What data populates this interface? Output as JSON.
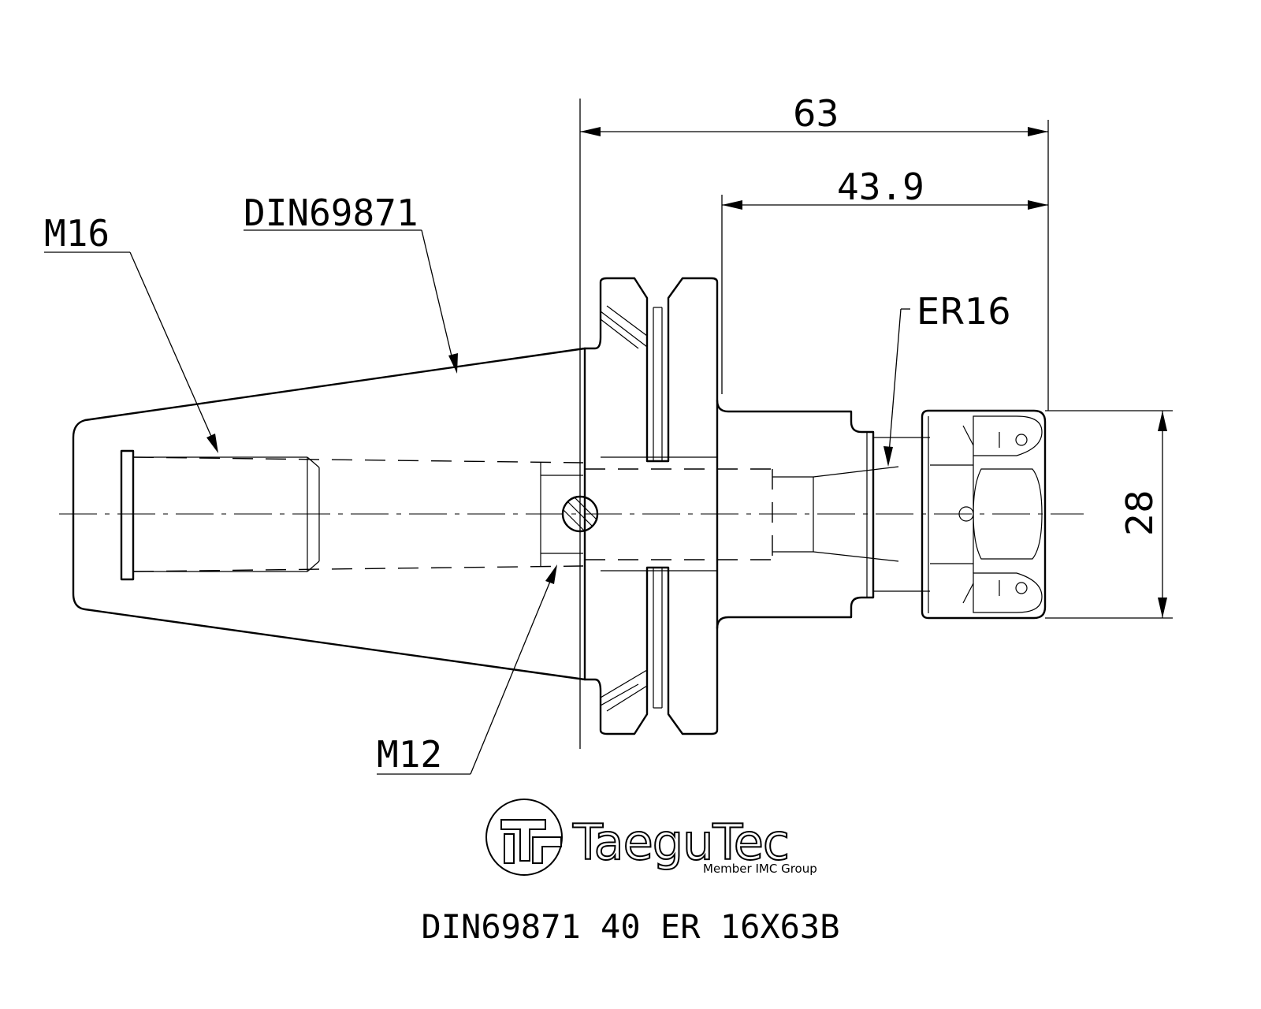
{
  "labels": {
    "dim_total_length": "63",
    "dim_head_length": "43.9",
    "dim_nut_diameter": "28",
    "din_standard": "DIN69871",
    "thread_large": "M16",
    "thread_small": "M12",
    "collet_type": "ER16"
  },
  "logo": {
    "brand": "TaeguTec",
    "tagline": "Member IMC Group"
  },
  "title": "DIN69871 40 ER 16X63B"
}
